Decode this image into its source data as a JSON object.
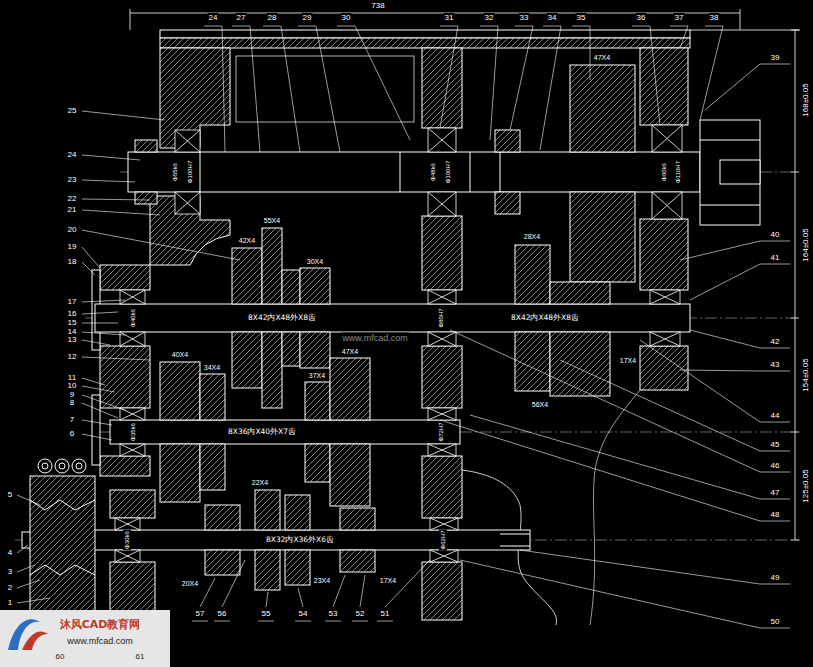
{
  "diagram": {
    "labels": [
      "738",
      "24",
      "27",
      "28",
      "29",
      "30",
      "31",
      "32",
      "33",
      "34",
      "35",
      "36",
      "37",
      "38",
      "39",
      "40",
      "41",
      "42",
      "43",
      "44",
      "45",
      "46",
      "47",
      "48",
      "49",
      "50",
      "168±0.05",
      "164±0.05",
      "154±0.05",
      "125±0.05",
      "25",
      "24",
      "23",
      "22",
      "21",
      "20",
      "19",
      "18",
      "17",
      "16",
      "15",
      "14",
      "13",
      "12",
      "11",
      "10",
      "9",
      "8",
      "7",
      "6",
      "5",
      "4",
      "3",
      "2",
      "1",
      "57",
      "56",
      "55",
      "54",
      "53",
      "52",
      "51",
      "60",
      "61",
      "47X4",
      "55X4",
      "42X4",
      "30X4",
      "28X4",
      "40X4",
      "34X4",
      "47X4",
      "37X4",
      "56X4",
      "17X4",
      "22X4",
      "20X4",
      "23X4",
      "17X4",
      "8X42内X48外X8齿",
      "8X42内X48外X8齿",
      "8X36内X40外X7齿",
      "8X32内X36外X6齿",
      "Φ55k6",
      "Φ100H7",
      "Φ48k6",
      "Φ100H7",
      "Φ60k6",
      "Φ110H7",
      "Φ40k6",
      "Φ80H7",
      "Φ35k6",
      "Φ72H7",
      "Φ30k6",
      "Φ62H7",
      "www.mfcad.com",
      "沐风CAD教育网",
      "www.mfcad.com"
    ]
  }
}
